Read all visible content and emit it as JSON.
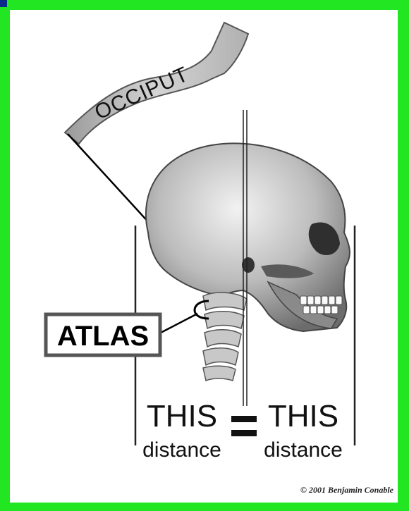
{
  "diagram": {
    "banner_label": "OCCIPUT",
    "box_label": "ATLAS",
    "left_measure": {
      "word": "THIS",
      "sub": "distance"
    },
    "right_measure": {
      "word": "THIS",
      "sub": "distance"
    },
    "equals_symbol": "=",
    "copyright": "© 2001 Benjamin Conable"
  },
  "colors": {
    "frame": "#22e622",
    "background": "#ffffff",
    "ink": "#111111",
    "banner_fill": "#bdbdbd"
  }
}
